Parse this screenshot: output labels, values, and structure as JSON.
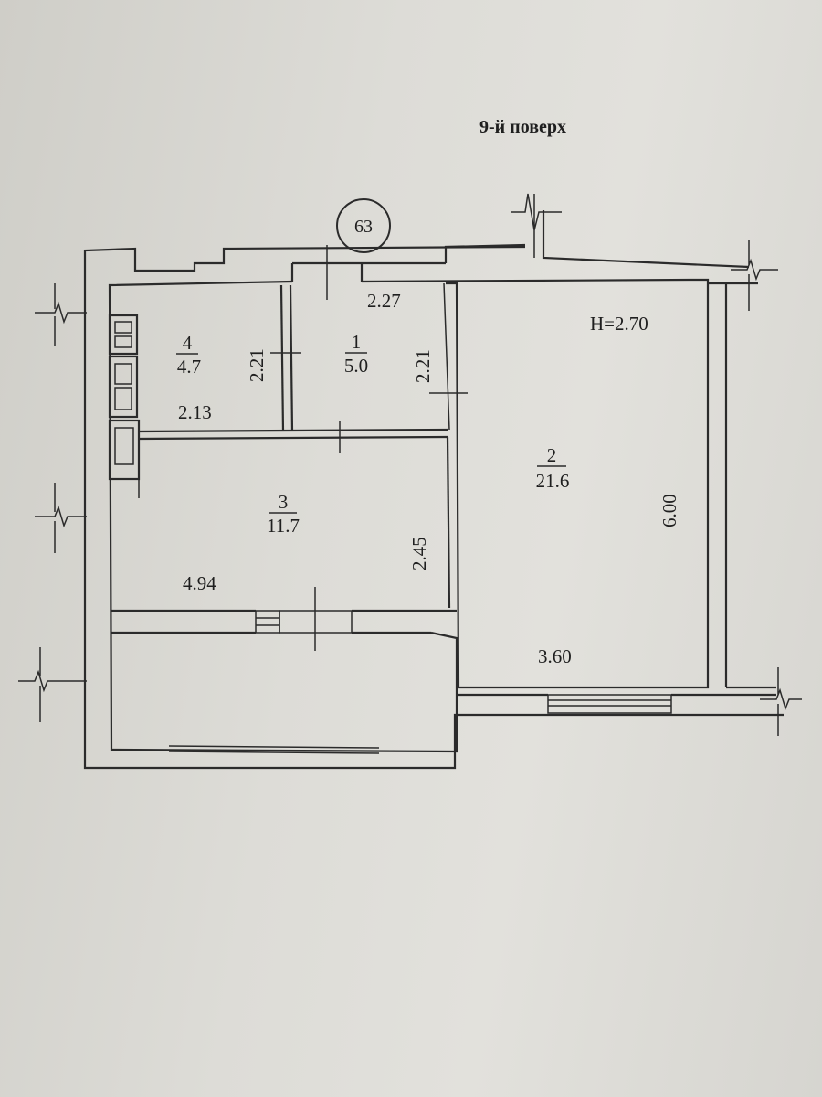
{
  "floor_label": "9-й поверх",
  "apartment_number": "63",
  "ceiling_height": "H=2.70",
  "rooms": [
    {
      "number": "4",
      "area": "4.7"
    },
    {
      "number": "1",
      "area": "5.0"
    },
    {
      "number": "3",
      "area": "11.7"
    },
    {
      "number": "2",
      "area": "21.6"
    }
  ],
  "dimensions": {
    "room4_width": "2.13",
    "room4_height": "2.21",
    "room1_width": "2.27",
    "room1_height": "2.21",
    "room3_width": "4.94",
    "room3_height": "2.45",
    "room2_width": "3.60",
    "room2_height": "6.00"
  }
}
